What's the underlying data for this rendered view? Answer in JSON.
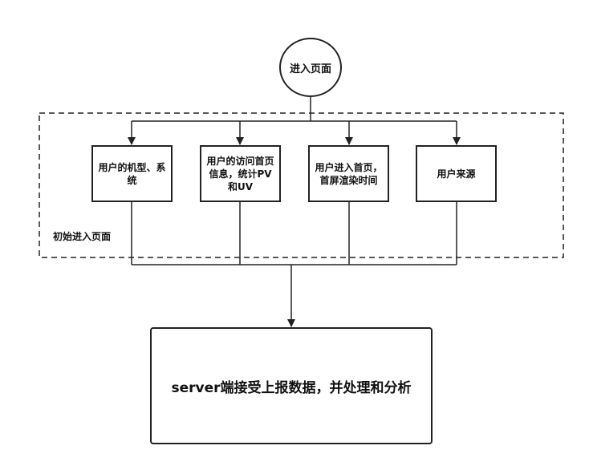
{
  "start": {
    "label": "进入页面"
  },
  "group": {
    "label": "初始进入页面"
  },
  "steps": [
    {
      "label": "用户的机型、系统"
    },
    {
      "label": "用户的访问首页信息，统计PV和UV"
    },
    {
      "label": "用户进入首页，首屏渲染时间"
    },
    {
      "label": "用户来源"
    }
  ],
  "server": {
    "label": "server端接受上报数据，并处理和分析"
  },
  "colors": {
    "stroke": "#222222",
    "background": "#ffffff"
  }
}
